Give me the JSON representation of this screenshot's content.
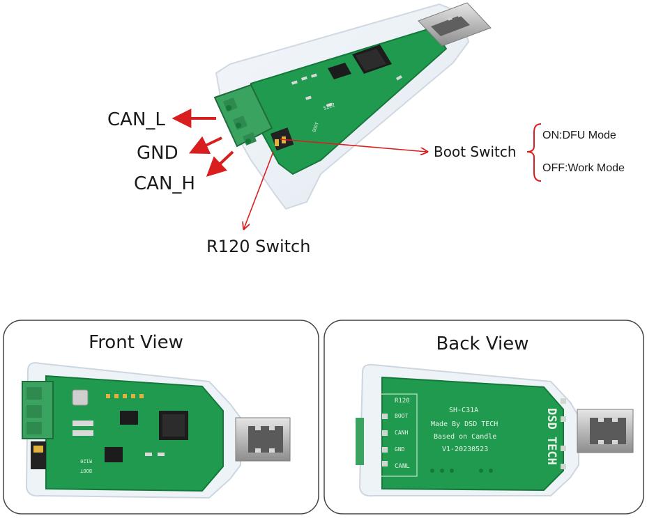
{
  "top": {
    "labels": {
      "can_l": "CAN_L",
      "gnd": "GND",
      "can_h": "CAN_H",
      "boot_switch": "Boot Switch",
      "r120_switch": "R120 Switch"
    },
    "boot_modes": {
      "on": "ON:DFU Mode",
      "off": "OFF:Work Mode"
    },
    "pcb_marks": {
      "s2e2": "S2E2",
      "boot": "BOOT"
    }
  },
  "panels": {
    "front": {
      "title": "Front View",
      "silk": {
        "boot": "BOOT",
        "r120": "R120"
      }
    },
    "back": {
      "title": "Back View",
      "silk": {
        "r120": "R120",
        "boot": "BOOT",
        "canl_side": "CANH",
        "gnd": "GND",
        "canl": "CANL",
        "model": "SH-C31A",
        "made_by": "Made By DSD TECH",
        "based_on": "Based on Candle",
        "version": "V1-20230523",
        "brand": "DSD TECH"
      }
    }
  },
  "colors": {
    "arrow": "#d81e1e",
    "pcb": "#1f9a4e",
    "pcb_dark": "#15783b",
    "terminal": "#3aa35f",
    "bracket": "#d81e1e",
    "panel_border": "#444444"
  }
}
